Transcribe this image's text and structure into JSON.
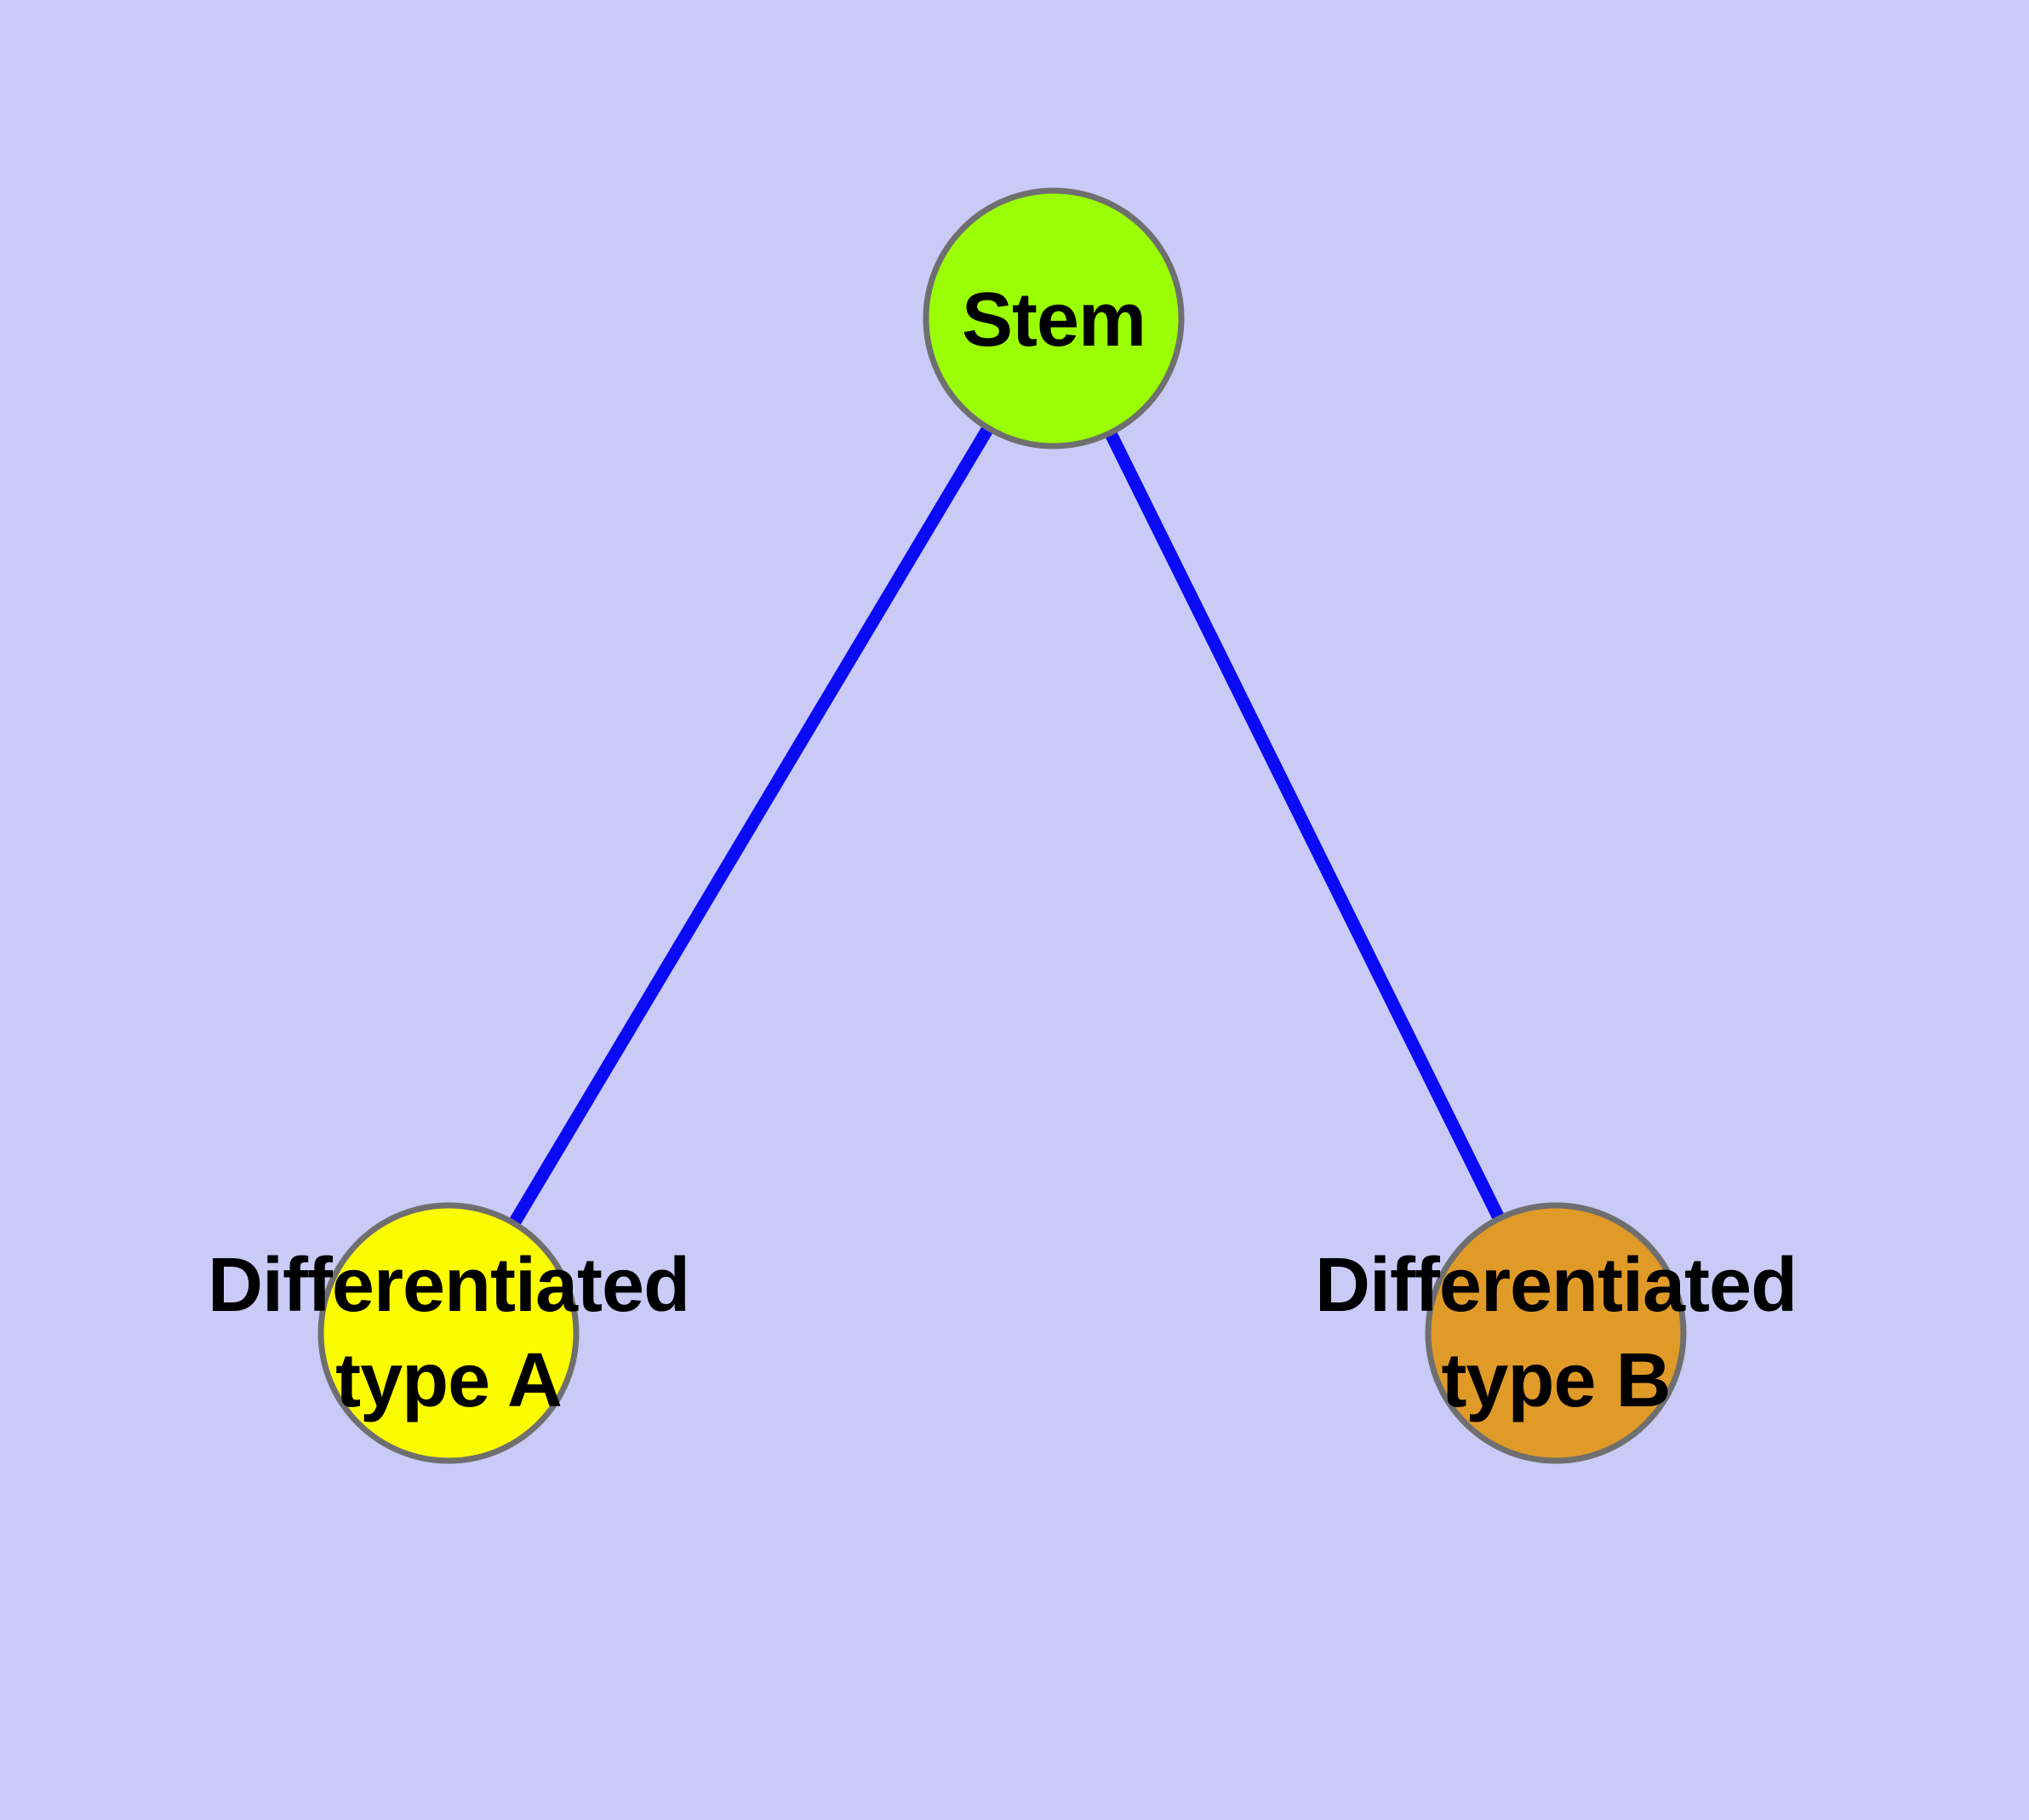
{
  "diagram": {
    "type": "node-link-graph",
    "colors": {
      "background": "#CACAF7",
      "node_border": "#6F6F6F",
      "edge": "#0A0AF5",
      "label_text": "#000000"
    },
    "nodes": {
      "stem": {
        "label": "Stem",
        "fill": "#9AFF05"
      },
      "typeA": {
        "label": "Differentiated type A",
        "label_line1": "Differentiated",
        "label_line2": "type A",
        "fill": "#FCFC00"
      },
      "typeB": {
        "label": "Differentiated type B",
        "label_line1": "Differentiated",
        "label_line2": "type B",
        "fill": "#E09A28"
      }
    },
    "edges": [
      {
        "from": "Stem",
        "to": "Differentiated type A"
      },
      {
        "from": "Stem",
        "to": "Differentiated type B"
      }
    ]
  }
}
